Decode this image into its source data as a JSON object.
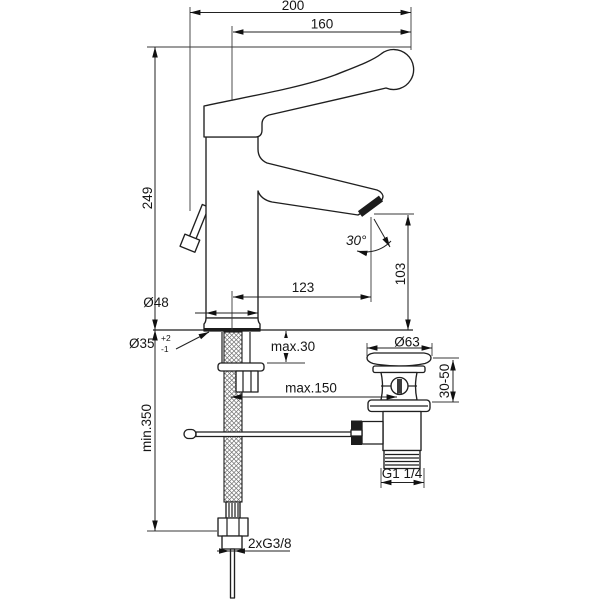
{
  "meta": {
    "background": "#ffffff",
    "line_color": "#1f1f1f",
    "drawing_type": "basin mixer with clinical lever and pop-up waste — dimensional drawing"
  },
  "labels": {
    "total_width": "200",
    "lever_reach": "160",
    "body_height": "249",
    "spout_reach": "123",
    "spout_height": "103",
    "spout_angle": "30°",
    "body_dia": "Ø48",
    "hole_dia": "Ø35",
    "hole_tol_up": "+2",
    "hole_tol_dn": "-1",
    "deck_thickness": "max.30",
    "rod_distance": "max.150",
    "min_clearance": "min.350",
    "supply_thread": "2xG3/8",
    "waste_flange_dia": "Ø63",
    "waste_clamp_range": "30-50",
    "waste_thread": "G1 1/4"
  }
}
